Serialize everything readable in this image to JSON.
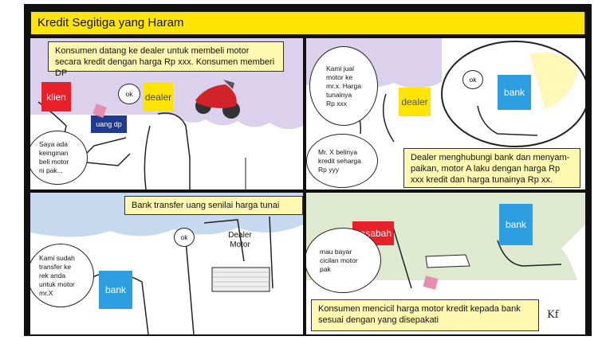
{
  "title": "Kredit Segitiga yang Haram",
  "colors": {
    "yellow": "#ffe500",
    "red": "#e8202a",
    "blue": "#2d9fe0",
    "navy": "#1f3a8f",
    "caption_bg": "#fff8b0"
  },
  "panel1": {
    "caption": "Konsumen datang ke dealer untuk membeli motor secara kredit dengan harga Rp xxx. Konsumen memberi DP",
    "client_label": "klien",
    "dealer_label": "dealer",
    "payment_label": "uang dp",
    "bubble_ok": "ok",
    "bubble_client": "Saya ada keinginan beli motor ni pak..."
  },
  "panel2": {
    "bubble_dealer": "Kami jual motor ke mr.x. Harga tunainya Rp xxx",
    "dealer_label": "dealer",
    "bubble_ok": "ok",
    "bank_label": "bank",
    "bubble_mrx": "Mr. X belinya kredit seharga Rp yyy",
    "caption": "Dealer menghubungi bank dan menyam-paikan, motor A laku dengan harga Rp xxx kredit dan harga tunainya Rp xx."
  },
  "panel3": {
    "caption": "Bank transfer uang senilai harga tunai",
    "bubble_ok": "ok",
    "dealer_label": "Dealer Motor",
    "bubble_bank": "Kami sudah transfer ke rek anda untuk motor mr.X",
    "bank_label": "bank"
  },
  "panel4": {
    "customer_label": "nasabah",
    "bank_label": "bank",
    "bubble_customer": "mau bayar cicilan motor pak",
    "caption": "Konsumen mencicil harga motor kredit kepada bank sesuai dengan yang disepakati",
    "signature": "Kf"
  }
}
